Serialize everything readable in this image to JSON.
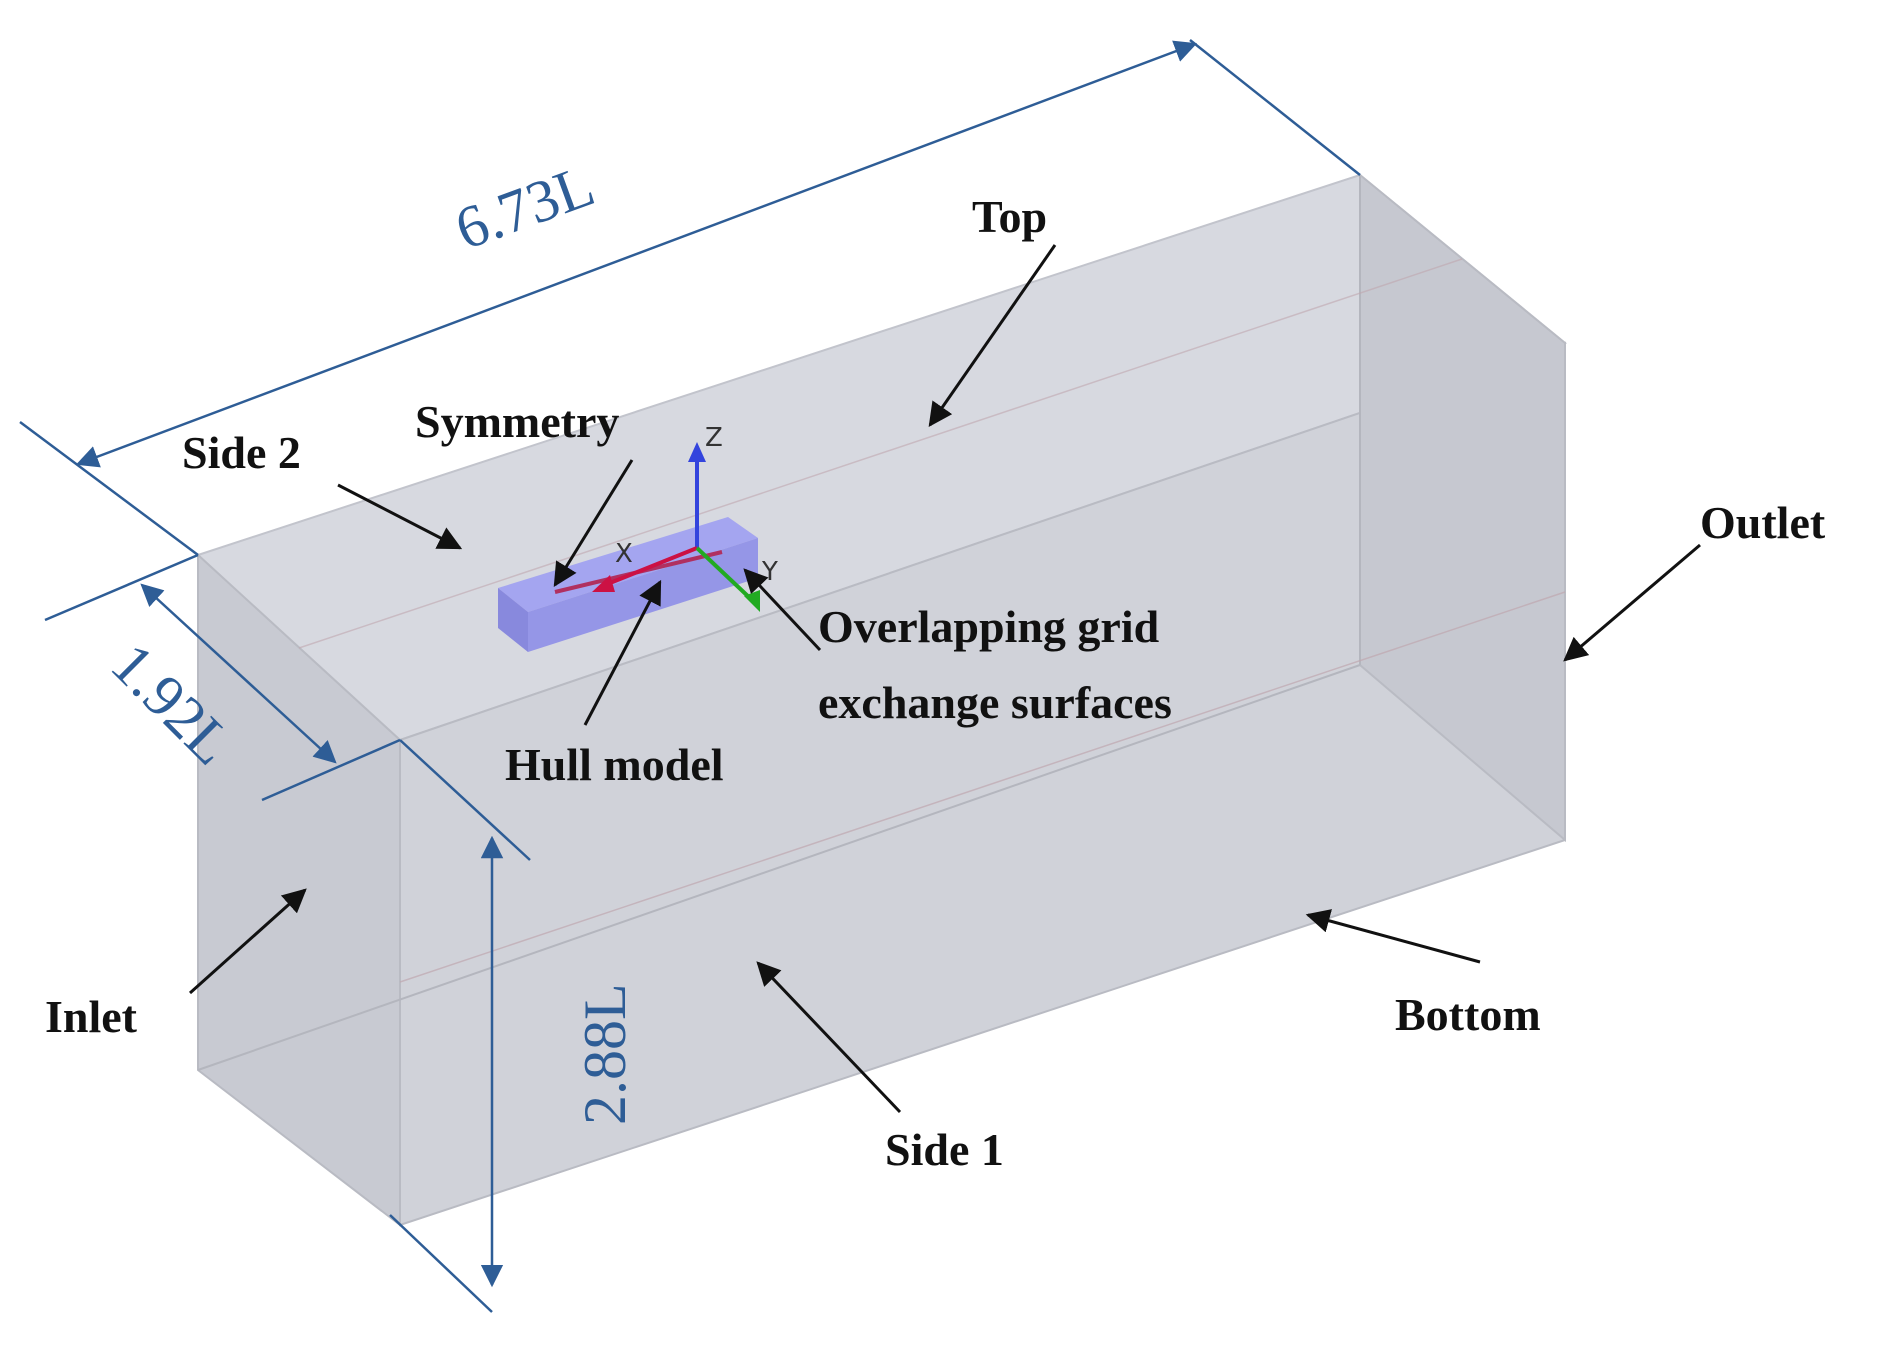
{
  "labels": {
    "top": "Top",
    "side2": "Side 2",
    "symmetry": "Symmetry",
    "outlet": "Outlet",
    "overlapping_line1": "Overlapping grid",
    "overlapping_line2": "exchange surfaces",
    "hull_model": "Hull model",
    "inlet": "Inlet",
    "bottom": "Bottom",
    "side1": "Side 1"
  },
  "dimensions": {
    "length": "6.73L",
    "width": "1.92L",
    "height": "2.88L"
  },
  "axes": {
    "x": "X",
    "y": "Y",
    "z": "Z"
  },
  "colors": {
    "dimension": "#2e5d96",
    "box_face": "#cfd2da",
    "hull": "#8f8ff0",
    "axis_x": "#cc1144",
    "axis_y": "#22aa22",
    "axis_z": "#3344dd"
  }
}
